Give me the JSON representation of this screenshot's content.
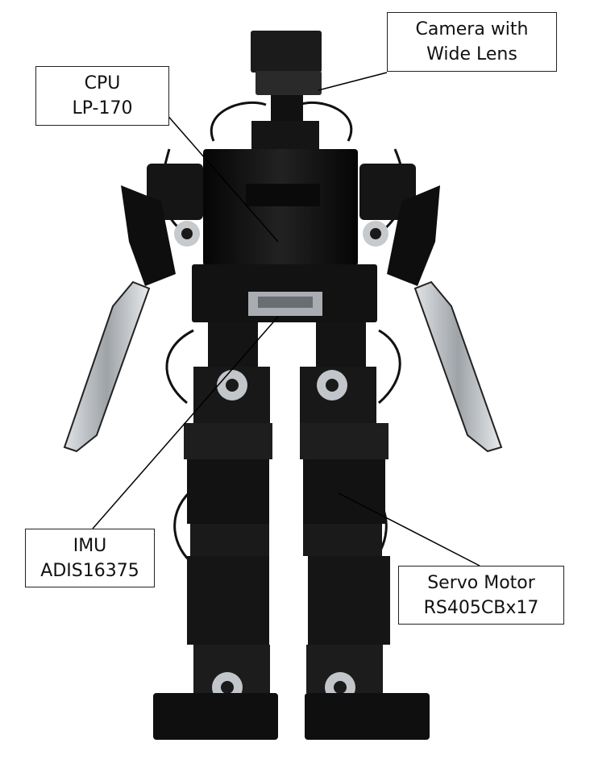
{
  "labels": {
    "camera": {
      "line1": "Camera with",
      "line2": "Wide Lens"
    },
    "cpu": {
      "line1": "CPU",
      "line2": "LP-170"
    },
    "imu": {
      "line1": "IMU",
      "line2": "ADIS16375"
    },
    "servo": {
      "line1": "Servo Motor",
      "line2": "RS405CBx17"
    }
  },
  "colors": {
    "robot_body": "#151515",
    "robot_dark": "#0b0b0b",
    "metal": "#b8bcc0",
    "background": "#ffffff",
    "leader_line": "#000000"
  }
}
